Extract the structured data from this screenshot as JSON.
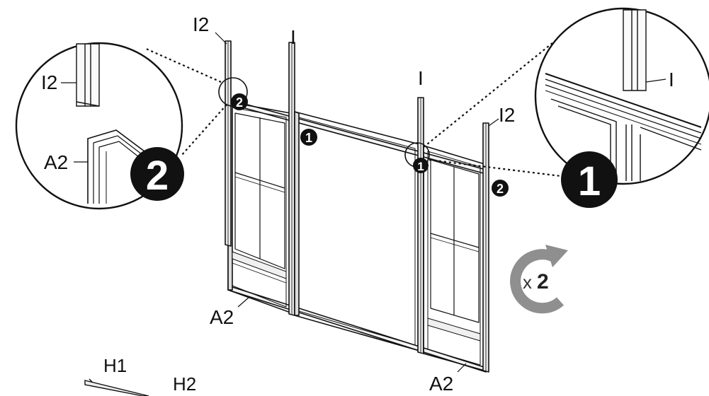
{
  "labels": {
    "i2_top_left": "I2",
    "i_top_left": "I",
    "i_top_right": "I",
    "i2_right": "I2",
    "a2_bottom_left": "A2",
    "a2_bottom_right": "A2",
    "h1": "H1",
    "h2": "H2",
    "zoom_left_i2": "I2",
    "zoom_left_a2": "A2",
    "zoom_right_i": "I"
  },
  "steps": {
    "step_1": "1",
    "step_2": "2"
  },
  "rotation": {
    "multiplier_prefix": "x",
    "multiplier_value": "2"
  },
  "colors": {
    "line": "#111111",
    "badge": "#111111",
    "rotate_arrow": "#8f8f8f"
  },
  "icons": {
    "rotate": "rotate-clockwise-icon"
  }
}
